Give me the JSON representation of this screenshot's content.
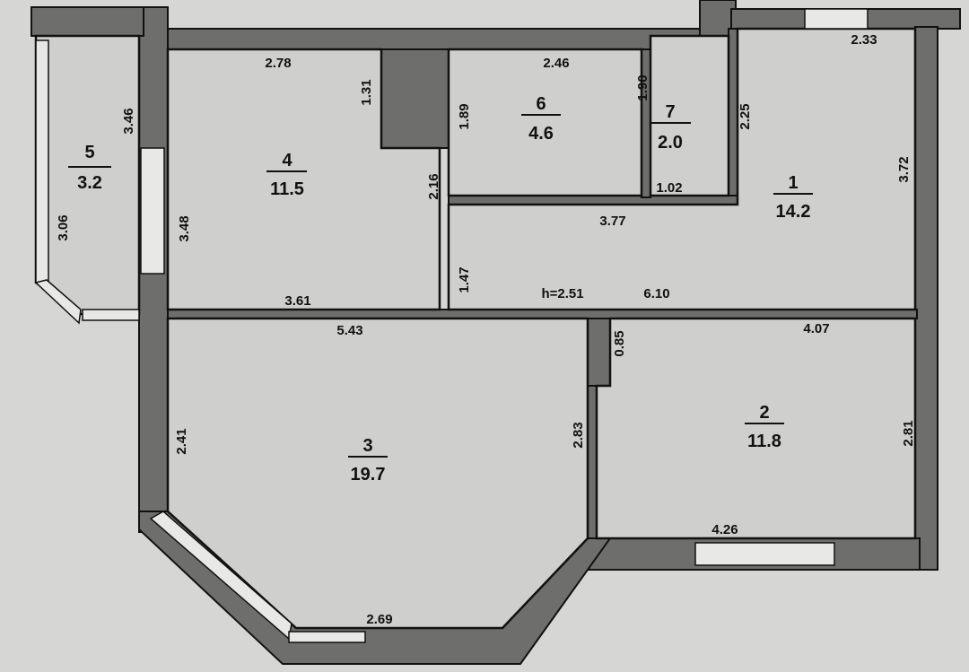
{
  "plan": {
    "ceiling_height": "h=2.51",
    "rooms": [
      {
        "number": "1",
        "area": "14.2"
      },
      {
        "number": "2",
        "area": "11.8"
      },
      {
        "number": "3",
        "area": "19.7"
      },
      {
        "number": "4",
        "area": "11.5"
      },
      {
        "number": "5",
        "area": "3.2"
      },
      {
        "number": "6",
        "area": "4.6"
      },
      {
        "number": "7",
        "area": "2.0"
      }
    ],
    "dimensions": {
      "d278": "2.78",
      "d131": "1.31",
      "d346": "3.46",
      "d216": "2.16",
      "d348": "3.48",
      "d306": "3.06",
      "d189": "1.89",
      "d246": "2.46",
      "d190": "1.90",
      "d225": "2.25",
      "d102": "1.02",
      "d377": "3.77",
      "d372": "3.72",
      "d233": "2.33",
      "d147": "1.47",
      "d361": "3.61",
      "d610": "6.10",
      "d543": "5.43",
      "d407": "4.07",
      "d085": "0.85",
      "d281": "2.81",
      "d283": "2.83",
      "d241": "2.41",
      "d426": "4.26",
      "d269": "2.69"
    }
  }
}
